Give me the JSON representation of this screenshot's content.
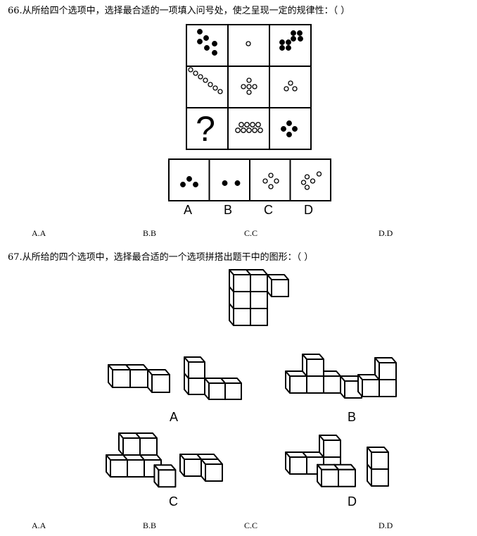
{
  "q66": {
    "text": "66.从所给四个选项中，选择最合适的一项填入问号处，使之呈现一定的规律性：（    ）",
    "grid_unknown": "?",
    "option_labels": [
      "A",
      "B",
      "C",
      "D"
    ],
    "answers": [
      "A.A",
      "B.B",
      "C.C",
      "D.D"
    ]
  },
  "q67": {
    "text": "67.从所给的四个选项中，选择最合适的一个选项拼搭出题干中的图形：（    ）",
    "option_labels": [
      "A",
      "B",
      "C",
      "D"
    ],
    "answers": [
      "A.A",
      "B.B",
      "C.C",
      "D.D"
    ]
  }
}
